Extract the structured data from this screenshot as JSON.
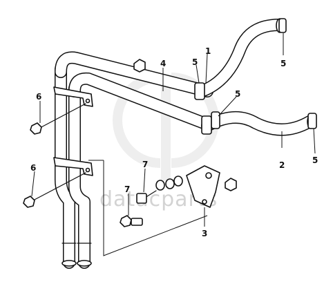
{
  "callouts": {
    "c1": "1",
    "c2": "2",
    "c3": "3",
    "c4": "4",
    "c5a": "5",
    "c5b": "5",
    "c5c": "5",
    "c5d": "5",
    "c6a": "6",
    "c6b": "6",
    "c7a": "7",
    "c7b": "7"
  },
  "watermark": "datacparts",
  "colors": {
    "line": "#111111",
    "background": "#ffffff",
    "watermark": "#d3d3d3"
  }
}
